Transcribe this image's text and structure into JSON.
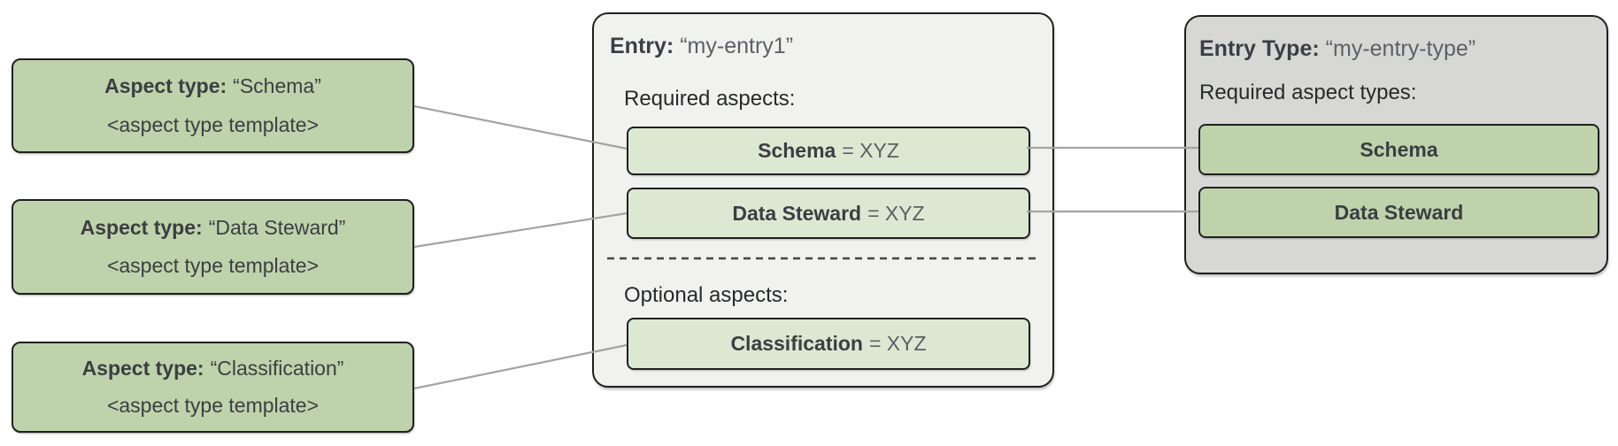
{
  "colors": {
    "green-strong": "#bed3ab",
    "green-light": "#dde8d3",
    "entry-bg": "#f1f2f0",
    "entry-type-bg": "#d7d8d6",
    "box-border": "#1f1f1f",
    "connector": "#a3a3a3",
    "dash": "#454545",
    "text-primary": "#3b3e42",
    "text-secondary": "#5c5f63",
    "text-label": "#27292b"
  },
  "aspect_types": [
    {
      "label": "Aspect type:",
      "name": "“Schema”",
      "template": "<aspect type template>"
    },
    {
      "label": "Aspect type:",
      "name": "“Data Steward”",
      "template": "<aspect type template>"
    },
    {
      "label": "Aspect type:",
      "name": "“Classification”",
      "template": "<aspect type template>"
    }
  ],
  "entry": {
    "title_label": "Entry:",
    "title_value": "“my-entry1”",
    "required_label": "Required aspects:",
    "optional_label": "Optional aspects:",
    "required_aspects": [
      {
        "name": "Schema",
        "value": "= XYZ"
      },
      {
        "name": "Data Steward",
        "value": "= XYZ"
      }
    ],
    "optional_aspects": [
      {
        "name": "Classification",
        "value": "= XYZ"
      }
    ]
  },
  "entry_type": {
    "title_label": "Entry Type:",
    "title_value": "“my-entry-type”",
    "required_label": "Required aspect types:",
    "required_aspect_types": [
      {
        "name": "Schema"
      },
      {
        "name": "Data Steward"
      }
    ]
  }
}
